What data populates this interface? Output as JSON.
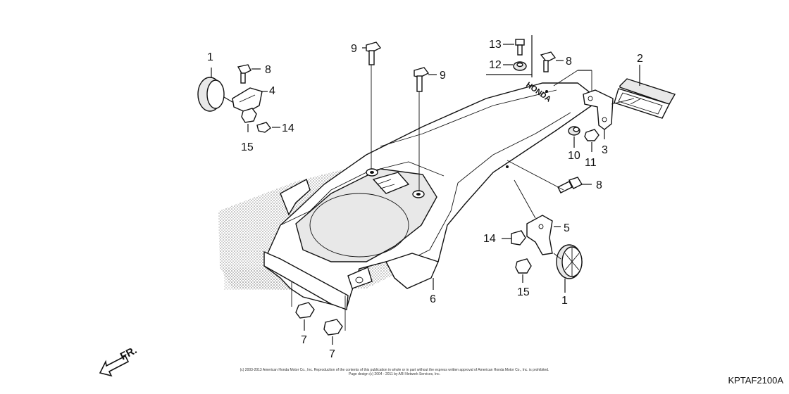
{
  "labels": {
    "l1a": "1",
    "l1b": "1",
    "l2": "2",
    "l3": "3",
    "l4": "4",
    "l5": "5",
    "l6": "6",
    "l7a": "7",
    "l7b": "7",
    "l8a": "8",
    "l8b": "8",
    "l8c": "8",
    "l9a": "9",
    "l9b": "9",
    "l10": "10",
    "l11": "11",
    "l12": "12",
    "l13": "13",
    "l14a": "14",
    "l14b": "14",
    "l15a": "15",
    "l15b": "15"
  },
  "brand_mark": "HONDA",
  "direction_label": "FR.",
  "copyright_line1": "(c) 2003-2013 American Honda Motor Co., Inc. Reproduction of the contents of this publication in whole or in part without the express written approval of American Honda Motor Co., Inc. is prohibited.",
  "copyright_line2": "Page design (c) 2004 - 2011 by ARI Network Services, Inc.",
  "catalog_code": "KPTAF2100A"
}
